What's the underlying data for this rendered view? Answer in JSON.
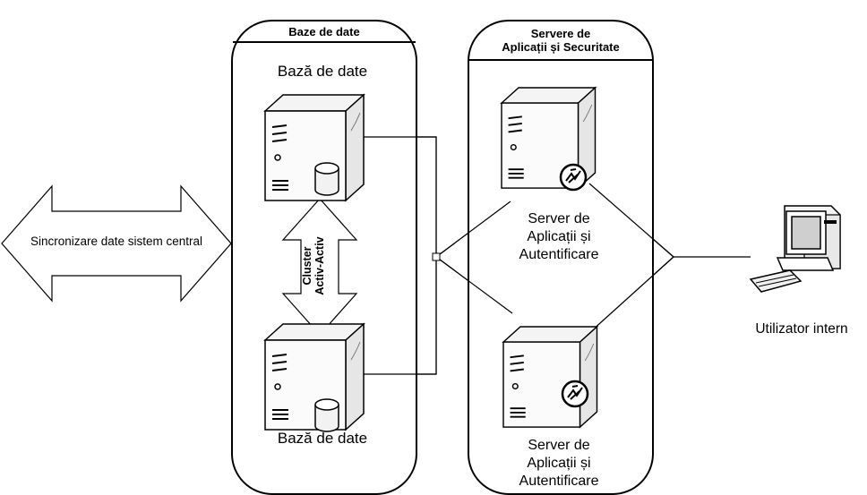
{
  "panels": {
    "databases": {
      "title": "Baze de date"
    },
    "app_servers": {
      "title": "Servere de\nAplicații și Securitate"
    }
  },
  "db_servers": [
    {
      "label": "Bază de date"
    },
    {
      "label": "Bază de date"
    }
  ],
  "app_server_nodes": [
    {
      "label": "Server de\nAplicații și\nAutentificare"
    },
    {
      "label": "Server de\nAplicații și\nAutentificare"
    }
  ],
  "sync_arrow": {
    "label": "Sincronizare date sistem central"
  },
  "cluster_arrow": {
    "label": "Cluster\nActiv-Activ"
  },
  "user": {
    "label": "Utilizator intern"
  },
  "icons": {
    "db_server": "server-database-icon",
    "app_server": "server-security-icon",
    "user": "desktop-computer-icon"
  }
}
